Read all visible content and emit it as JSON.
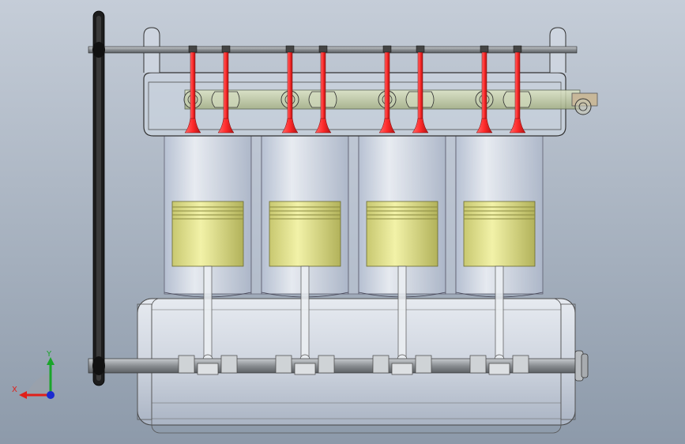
{
  "viewport": {
    "background_top": "#c5cdd8",
    "background_bottom": "#8d9aaa"
  },
  "colors": {
    "valve": "#e8393a",
    "piston": "#e3e38a",
    "piston_shadow": "#b8b85a",
    "cylinder": "#cfd7e6",
    "camshaft": "#b8c49a",
    "belt": "#202020",
    "crankcase": "#d4dae4",
    "shaft": "#a0a4a8"
  },
  "triad": {
    "x_label": "X",
    "y_label": "Y",
    "x_color": "#e0201a",
    "y_color": "#1aa52a",
    "z_color": "#1a2ad0"
  },
  "model": {
    "cylinder_count": 4,
    "valves_per_cylinder": 2
  }
}
